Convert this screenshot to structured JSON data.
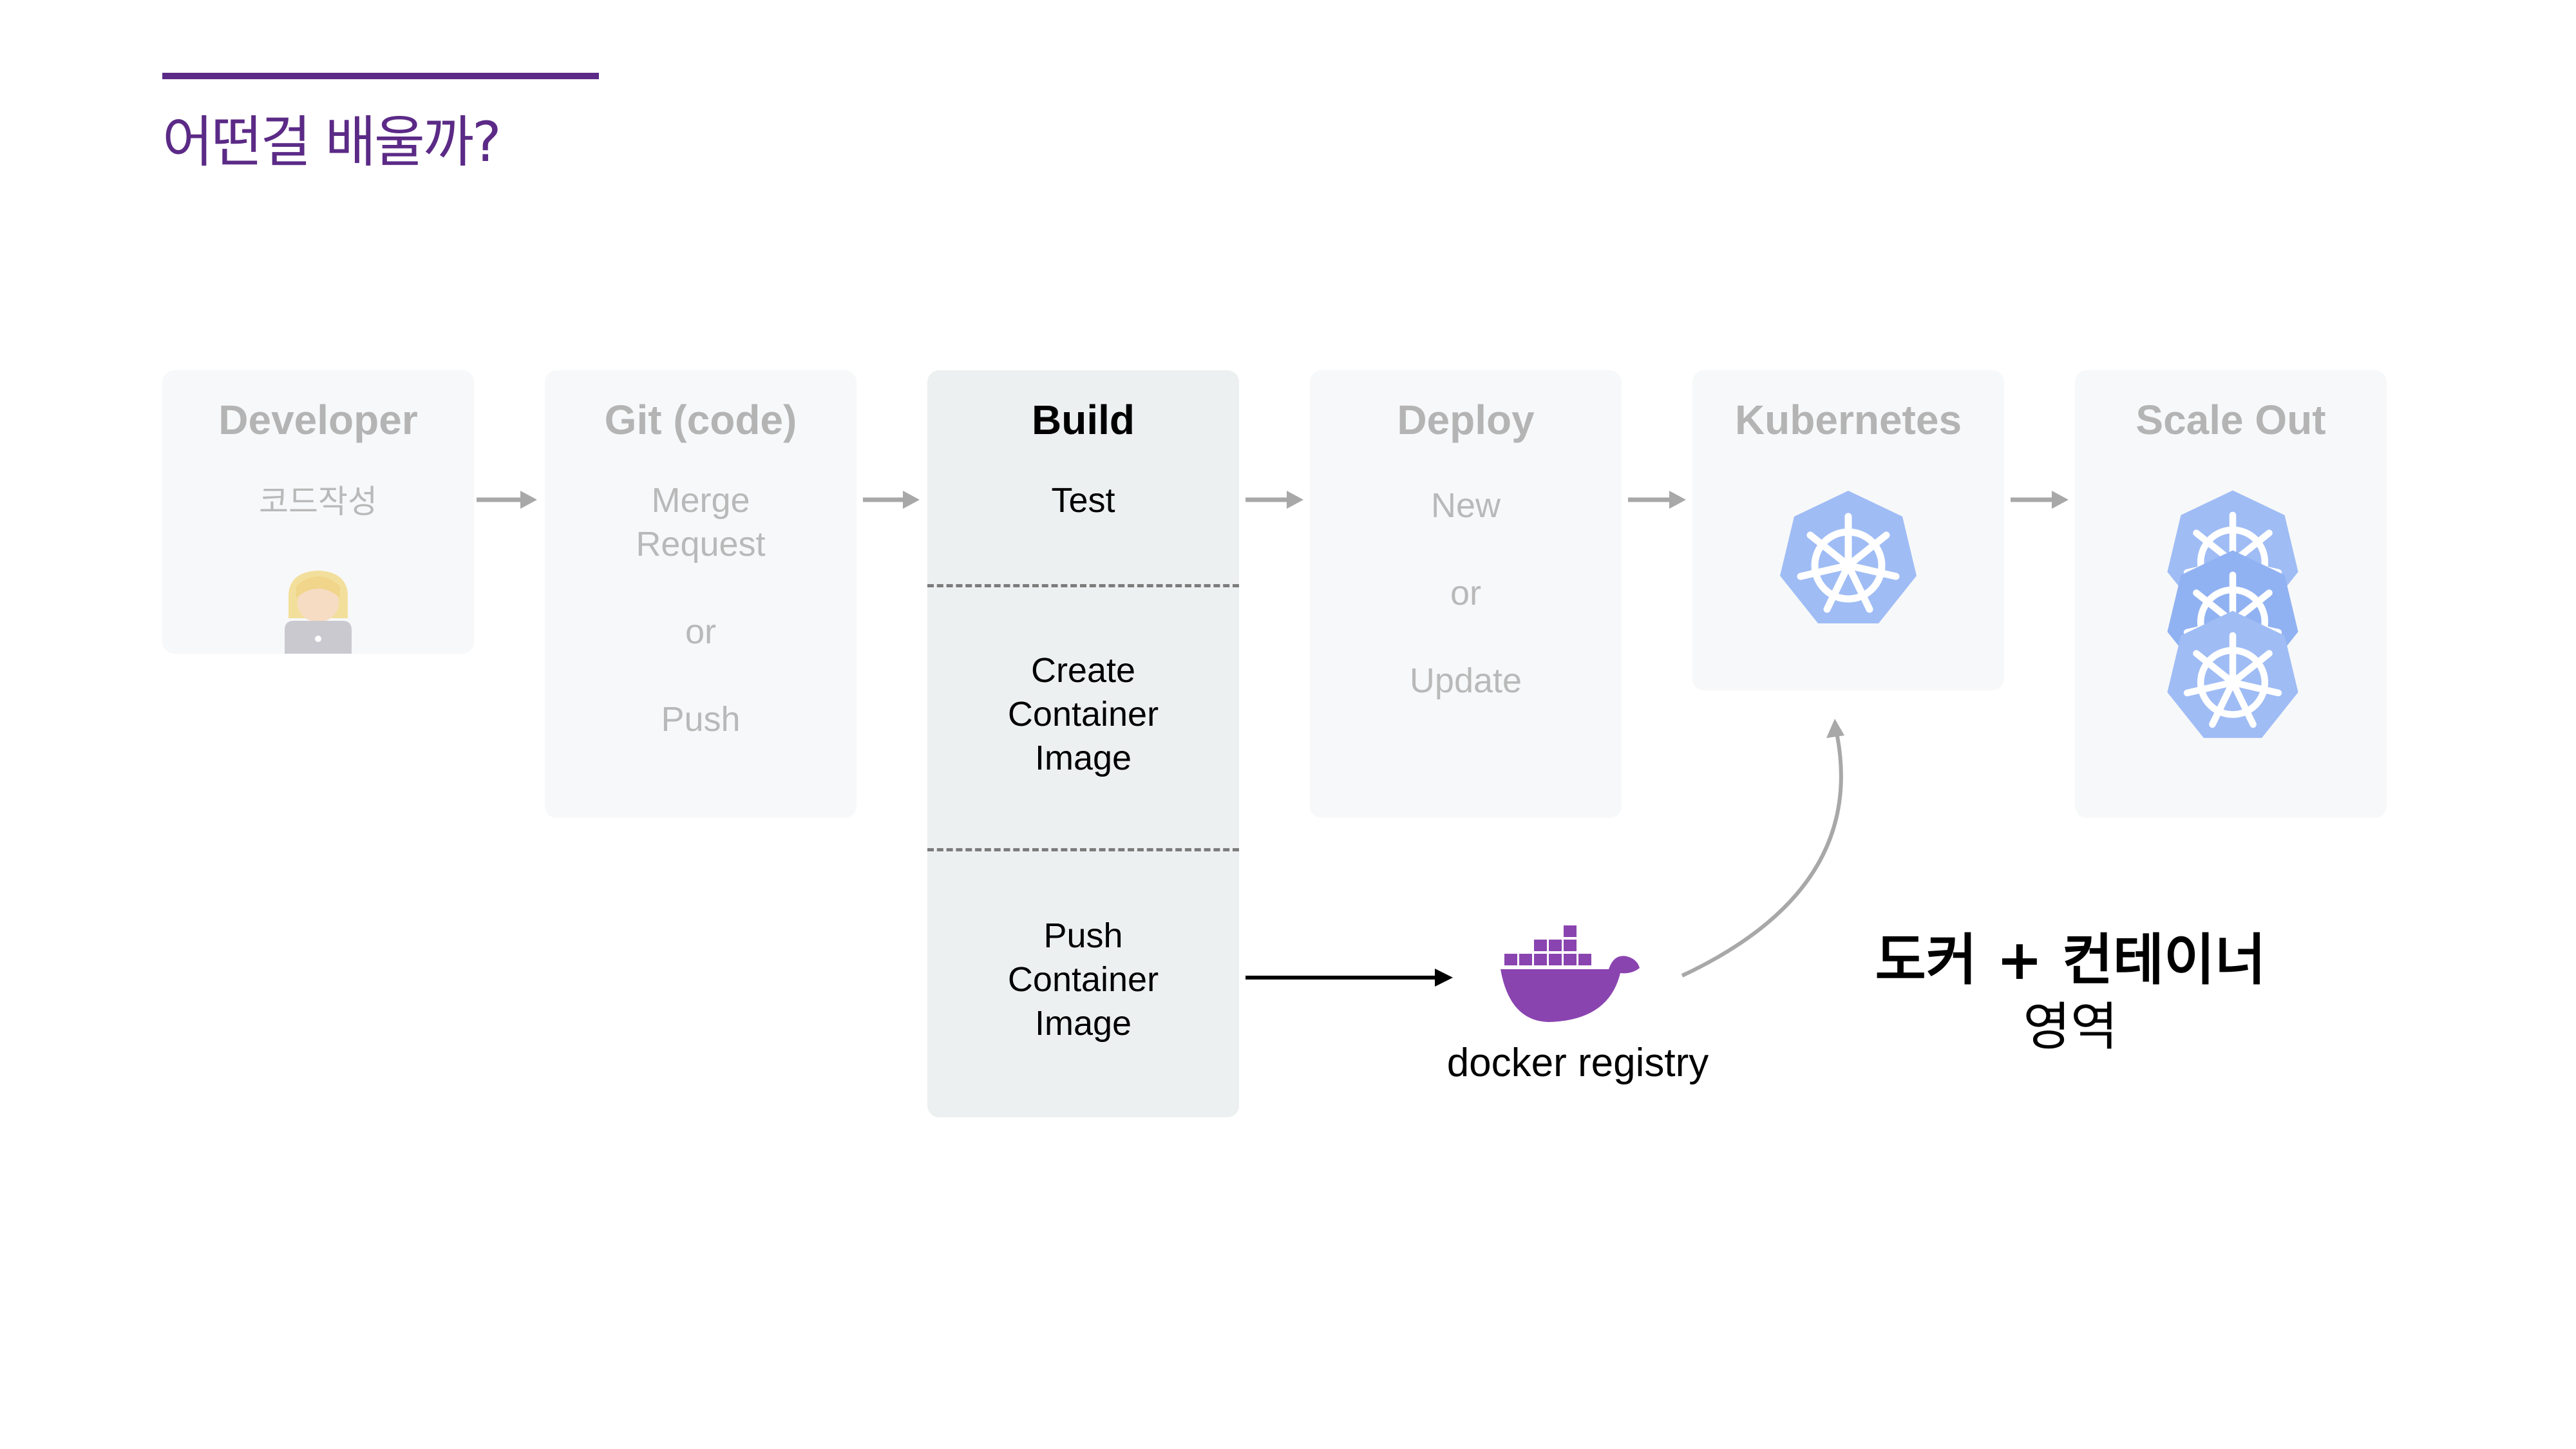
{
  "slide": {
    "title": "어떤걸 배울까?"
  },
  "pipeline": {
    "developer": {
      "title": "Developer",
      "subtitle": "코드작성"
    },
    "git": {
      "title": "Git (code)",
      "lines": [
        "Merge",
        "Request",
        "or",
        "Push"
      ]
    },
    "build": {
      "title": "Build",
      "sections": [
        {
          "lines": [
            "Test"
          ]
        },
        {
          "lines": [
            "Create",
            "Container",
            "Image"
          ]
        },
        {
          "lines": [
            "Push",
            "Container",
            "Image"
          ]
        }
      ]
    },
    "deploy": {
      "title": "Deploy",
      "lines": [
        "New",
        "or",
        "Update"
      ]
    },
    "kubernetes": {
      "title": "Kubernetes"
    },
    "scale_out": {
      "title": "Scale Out"
    }
  },
  "registry": {
    "label": "docker registry"
  },
  "area": {
    "title": "도커 + 컨테이너",
    "subtitle": "영역"
  },
  "icons": {
    "developer": "technologist-icon",
    "kubernetes": "kubernetes-helm-icon",
    "docker": "docker-whale-icon"
  },
  "colors": {
    "title": "#5b2a86",
    "docker": "#8a44b0",
    "kubernetes": "#9fbcf5",
    "inactive_text": "#b4b4b4",
    "arrow": "#a8a8a8"
  }
}
